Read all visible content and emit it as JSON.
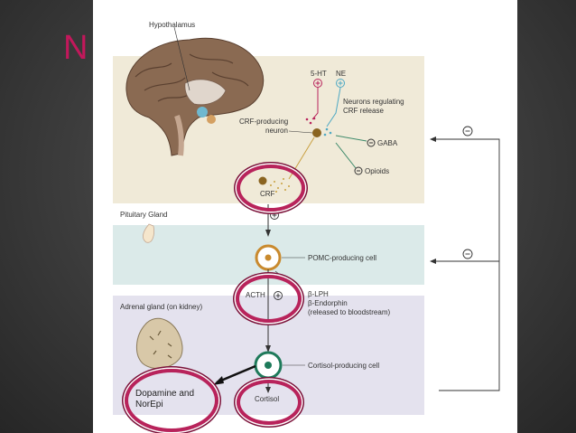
{
  "slide": {
    "title": "N"
  },
  "diagram": {
    "labels": {
      "hypothalamus": "Hypothalamus",
      "ht5": "5-HT",
      "ne": "NE",
      "neurons_regulating_1": "Neurons regulating",
      "neurons_regulating_2": "CRF release",
      "crf_neuron_1": "CRF-producing",
      "crf_neuron_2": "neuron",
      "gaba": "GABA",
      "opioids": "Opioids",
      "crf": "CRF",
      "pituitary": "Pituitary Gland",
      "pomc_cell": "POMC-producing cell",
      "acth": "ACTH",
      "blpH": "β-LPH",
      "bendorphin": "β-Endorphin",
      "released": "(released to bloodstream)",
      "adrenal": "Adrenal gland (on kidney)",
      "cortisol_cell": "Cortisol-producing cell",
      "cortisol": "Cortisol",
      "dopamine_norepi": "Dopamine and NorEpi"
    },
    "signs": {
      "plus": "⊕",
      "minus": "⊖"
    },
    "colors": {
      "highlight_oval": "#b8235b",
      "band_hypothalamus": "#f0ead8",
      "band_pituitary": "#dbeae9",
      "band_adrenal": "#e4e2ee",
      "pomc_cell": "#c98a2e",
      "cortisol_cell": "#1e7a5a"
    }
  }
}
